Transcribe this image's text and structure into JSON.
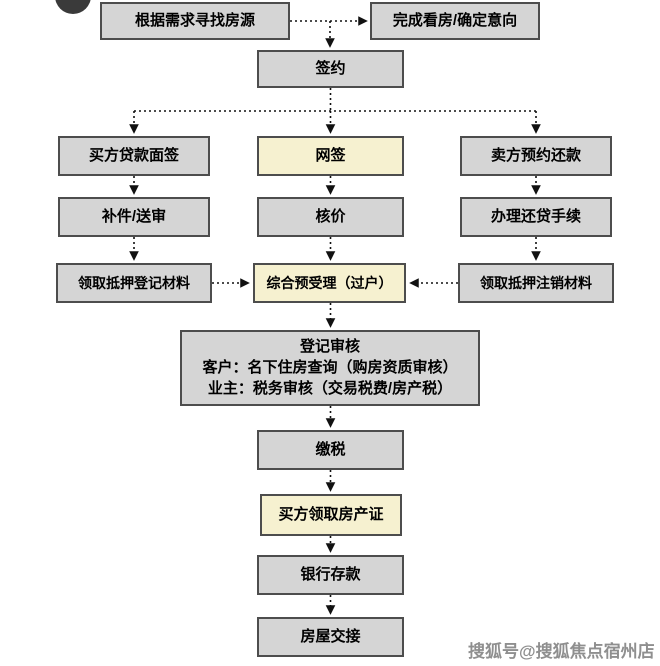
{
  "colors": {
    "box_gray": "#d5d5d5",
    "box_yellow": "#f6f1d0",
    "box_border": "#4d4d4d",
    "arrow": "#111111",
    "watermark_gray": "#8f8f8f"
  },
  "nodes": {
    "find_house": {
      "label": "根据需求寻找房源"
    },
    "confirm_intent": {
      "label": "完成看房/确定意向"
    },
    "sign_contract": {
      "label": "签约"
    },
    "buyer_loan_interview": {
      "label": "买方贷款面签"
    },
    "online_sign": {
      "label": "网签"
    },
    "seller_repayment_appointment": {
      "label": "卖方预约还款"
    },
    "supplement_review": {
      "label": "补件/送审"
    },
    "price_verification": {
      "label": "核价"
    },
    "loan_repayment_procedure": {
      "label": "办理还贷手续"
    },
    "mortgage_registration_materials": {
      "label": "领取抵押登记材料"
    },
    "comprehensive_acceptance": {
      "label": "综合预受理（过户）"
    },
    "mortgage_cancellation_materials": {
      "label": "领取抵押注销材料"
    },
    "registration_review": {
      "title": "登记审核",
      "line1": "客户：名下住房查询（购房资质审核）",
      "line2": "业主：税务审核（交易税费/房产税）"
    },
    "pay_tax": {
      "label": "缴税"
    },
    "buyer_get_certificate": {
      "label": "买方领取房产证"
    },
    "bank_deposit": {
      "label": "银行存款"
    },
    "house_handover": {
      "label": "房屋交接"
    }
  },
  "watermark": {
    "text": "搜狐号@搜狐焦点宿州店"
  }
}
